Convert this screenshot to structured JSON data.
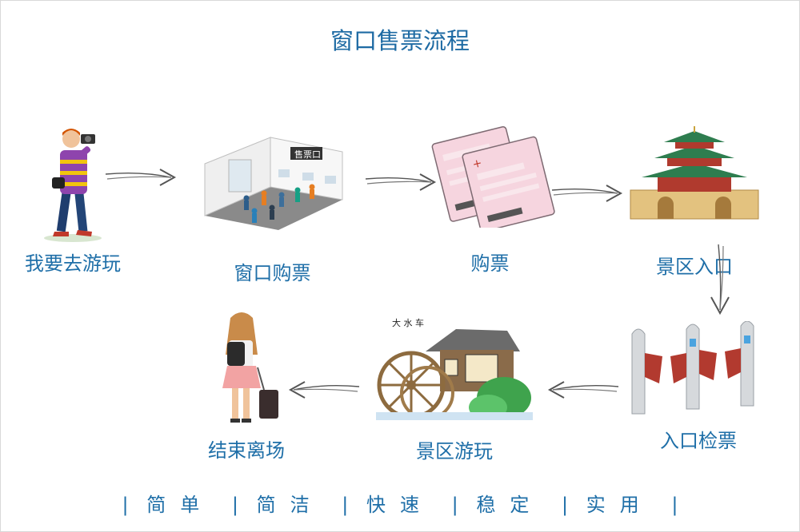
{
  "title": "窗口售票流程",
  "steps": [
    {
      "label": "我要去游玩",
      "icon": "tourist-icon"
    },
    {
      "label": "窗口购票",
      "icon": "ticket-office-icon"
    },
    {
      "label": "购票",
      "icon": "tickets-icon"
    },
    {
      "label": "景区入口",
      "icon": "tower-gate-icon"
    },
    {
      "label": "入口检票",
      "icon": "turnstile-icon"
    },
    {
      "label": "景区游玩",
      "icon": "waterwheel-scenery-icon"
    },
    {
      "label": "结束离场",
      "icon": "traveler-leaving-icon"
    }
  ],
  "footer": [
    "简单",
    "简洁",
    "快速",
    "稳定",
    "实用"
  ],
  "colors": {
    "text": "#1f6fa8",
    "arrow": "#555555"
  }
}
